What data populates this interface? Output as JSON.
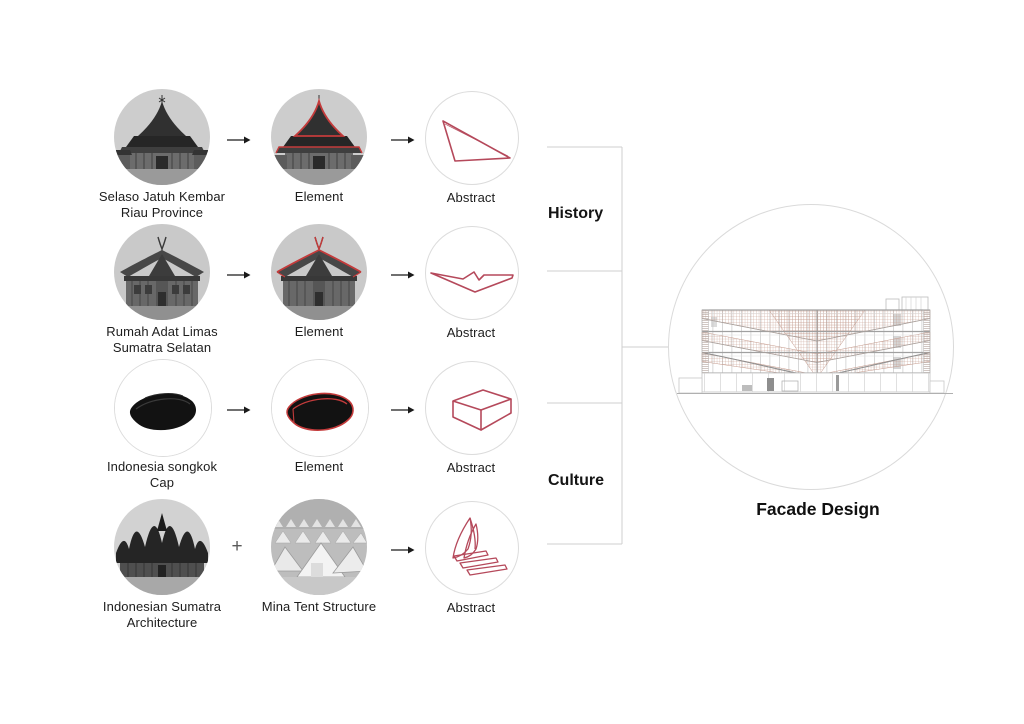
{
  "rows": [
    {
      "source": {
        "line1": "Selaso Jatuh Kembar",
        "line2": "Riau Province",
        "image": "selaso-jatuh-kembar-photo"
      },
      "middle": {
        "label": "Element",
        "image": "selaso-roof-highlight-photo"
      },
      "abstract": {
        "label": "Abstract",
        "shape": "triangle-roof-outline"
      },
      "connector": "arrow"
    },
    {
      "source": {
        "line1": "Rumah Adat Limas",
        "line2": "Sumatra Selatan",
        "image": "rumah-adat-limas-photo"
      },
      "middle": {
        "label": "Element",
        "image": "limas-roof-highlight-photo"
      },
      "abstract": {
        "label": "Abstract",
        "shape": "wing-roof-outline"
      },
      "connector": "arrow"
    },
    {
      "source": {
        "line1": "Indonesia songkok",
        "line2": "Cap",
        "image": "songkok-cap-photo"
      },
      "middle": {
        "label": "Element",
        "image": "songkok-outline-highlight-photo"
      },
      "abstract": {
        "label": "Abstract",
        "shape": "box-3d-outline"
      },
      "connector": "arrow"
    },
    {
      "source": {
        "line1": "Indonesian Sumatra",
        "line2": "Architecture",
        "image": "minangkabau-architecture-photo"
      },
      "middle": {
        "label": "Mina Tent Structure",
        "image": "mina-tent-photo"
      },
      "abstract": {
        "label": "Abstract",
        "shape": "curved-sail-outline"
      },
      "connector": "plus"
    }
  ],
  "groups": {
    "history": "History",
    "culture": "Culture"
  },
  "result_label": "Facade Design",
  "icons": {
    "arrow_right": "→",
    "plus": "+"
  },
  "colors": {
    "accent_red": "#b5495b",
    "element_outline_red": "#c43b3b",
    "mesh_terracotta": "#c49a8c",
    "connector_gray": "#cfcfcf",
    "text_black": "#1d1d1d"
  }
}
